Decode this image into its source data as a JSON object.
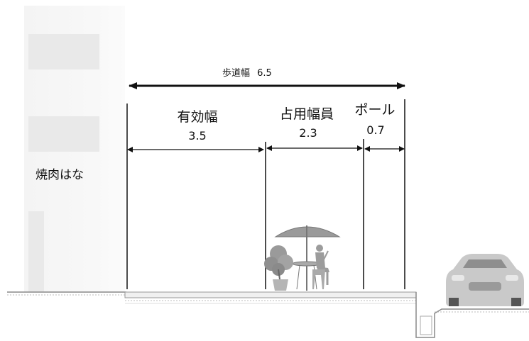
{
  "shop": {
    "name": "焼肉はな"
  },
  "sidewalk": {
    "label": "歩道幅",
    "value": "6.5"
  },
  "zones": [
    {
      "label": "有効幅",
      "value": "3.5"
    },
    {
      "label": "占用幅員",
      "value": "2.3"
    },
    {
      "label": "ポール",
      "value": "0.7"
    }
  ],
  "icons": {
    "umbrella": "patio-umbrella-icon",
    "plant": "potted-plant-icon",
    "person": "seated-person-icon",
    "car": "car-icon"
  },
  "colors": {
    "line": "#111111",
    "building": "#f4f4f4",
    "ground": "#9a9a9a",
    "illustration": "#8a8a8a"
  }
}
